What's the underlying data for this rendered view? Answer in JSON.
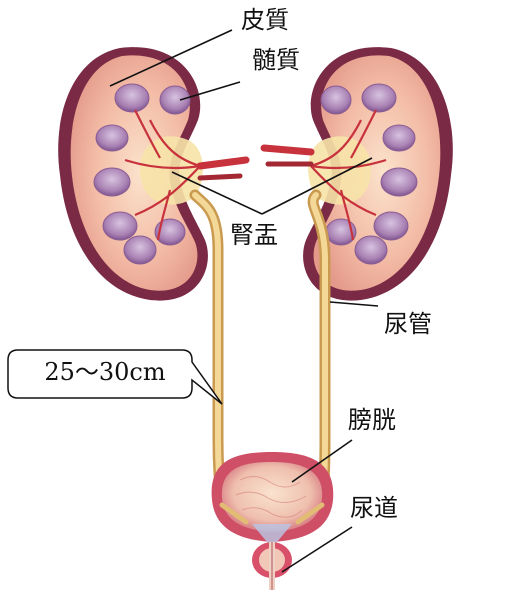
{
  "labels": {
    "cortex": "皮質",
    "medulla": "髄質",
    "renal_pelvis": "腎盂",
    "ureter": "尿管",
    "bladder": "膀胱",
    "urethra": "尿道"
  },
  "callout": {
    "length": "25〜30cm"
  },
  "colors": {
    "kidney_capsule": "#7a2a44",
    "kidney_cortex": "#f0b9a6",
    "medulla_pyramid": "#9b6a9e",
    "pelvis_fat": "#f7e3a8",
    "ureter": "#e8c47d",
    "artery": "#c8323c",
    "bladder_wall": "#d9506a",
    "bladder_lining": "#f3c9b4"
  }
}
